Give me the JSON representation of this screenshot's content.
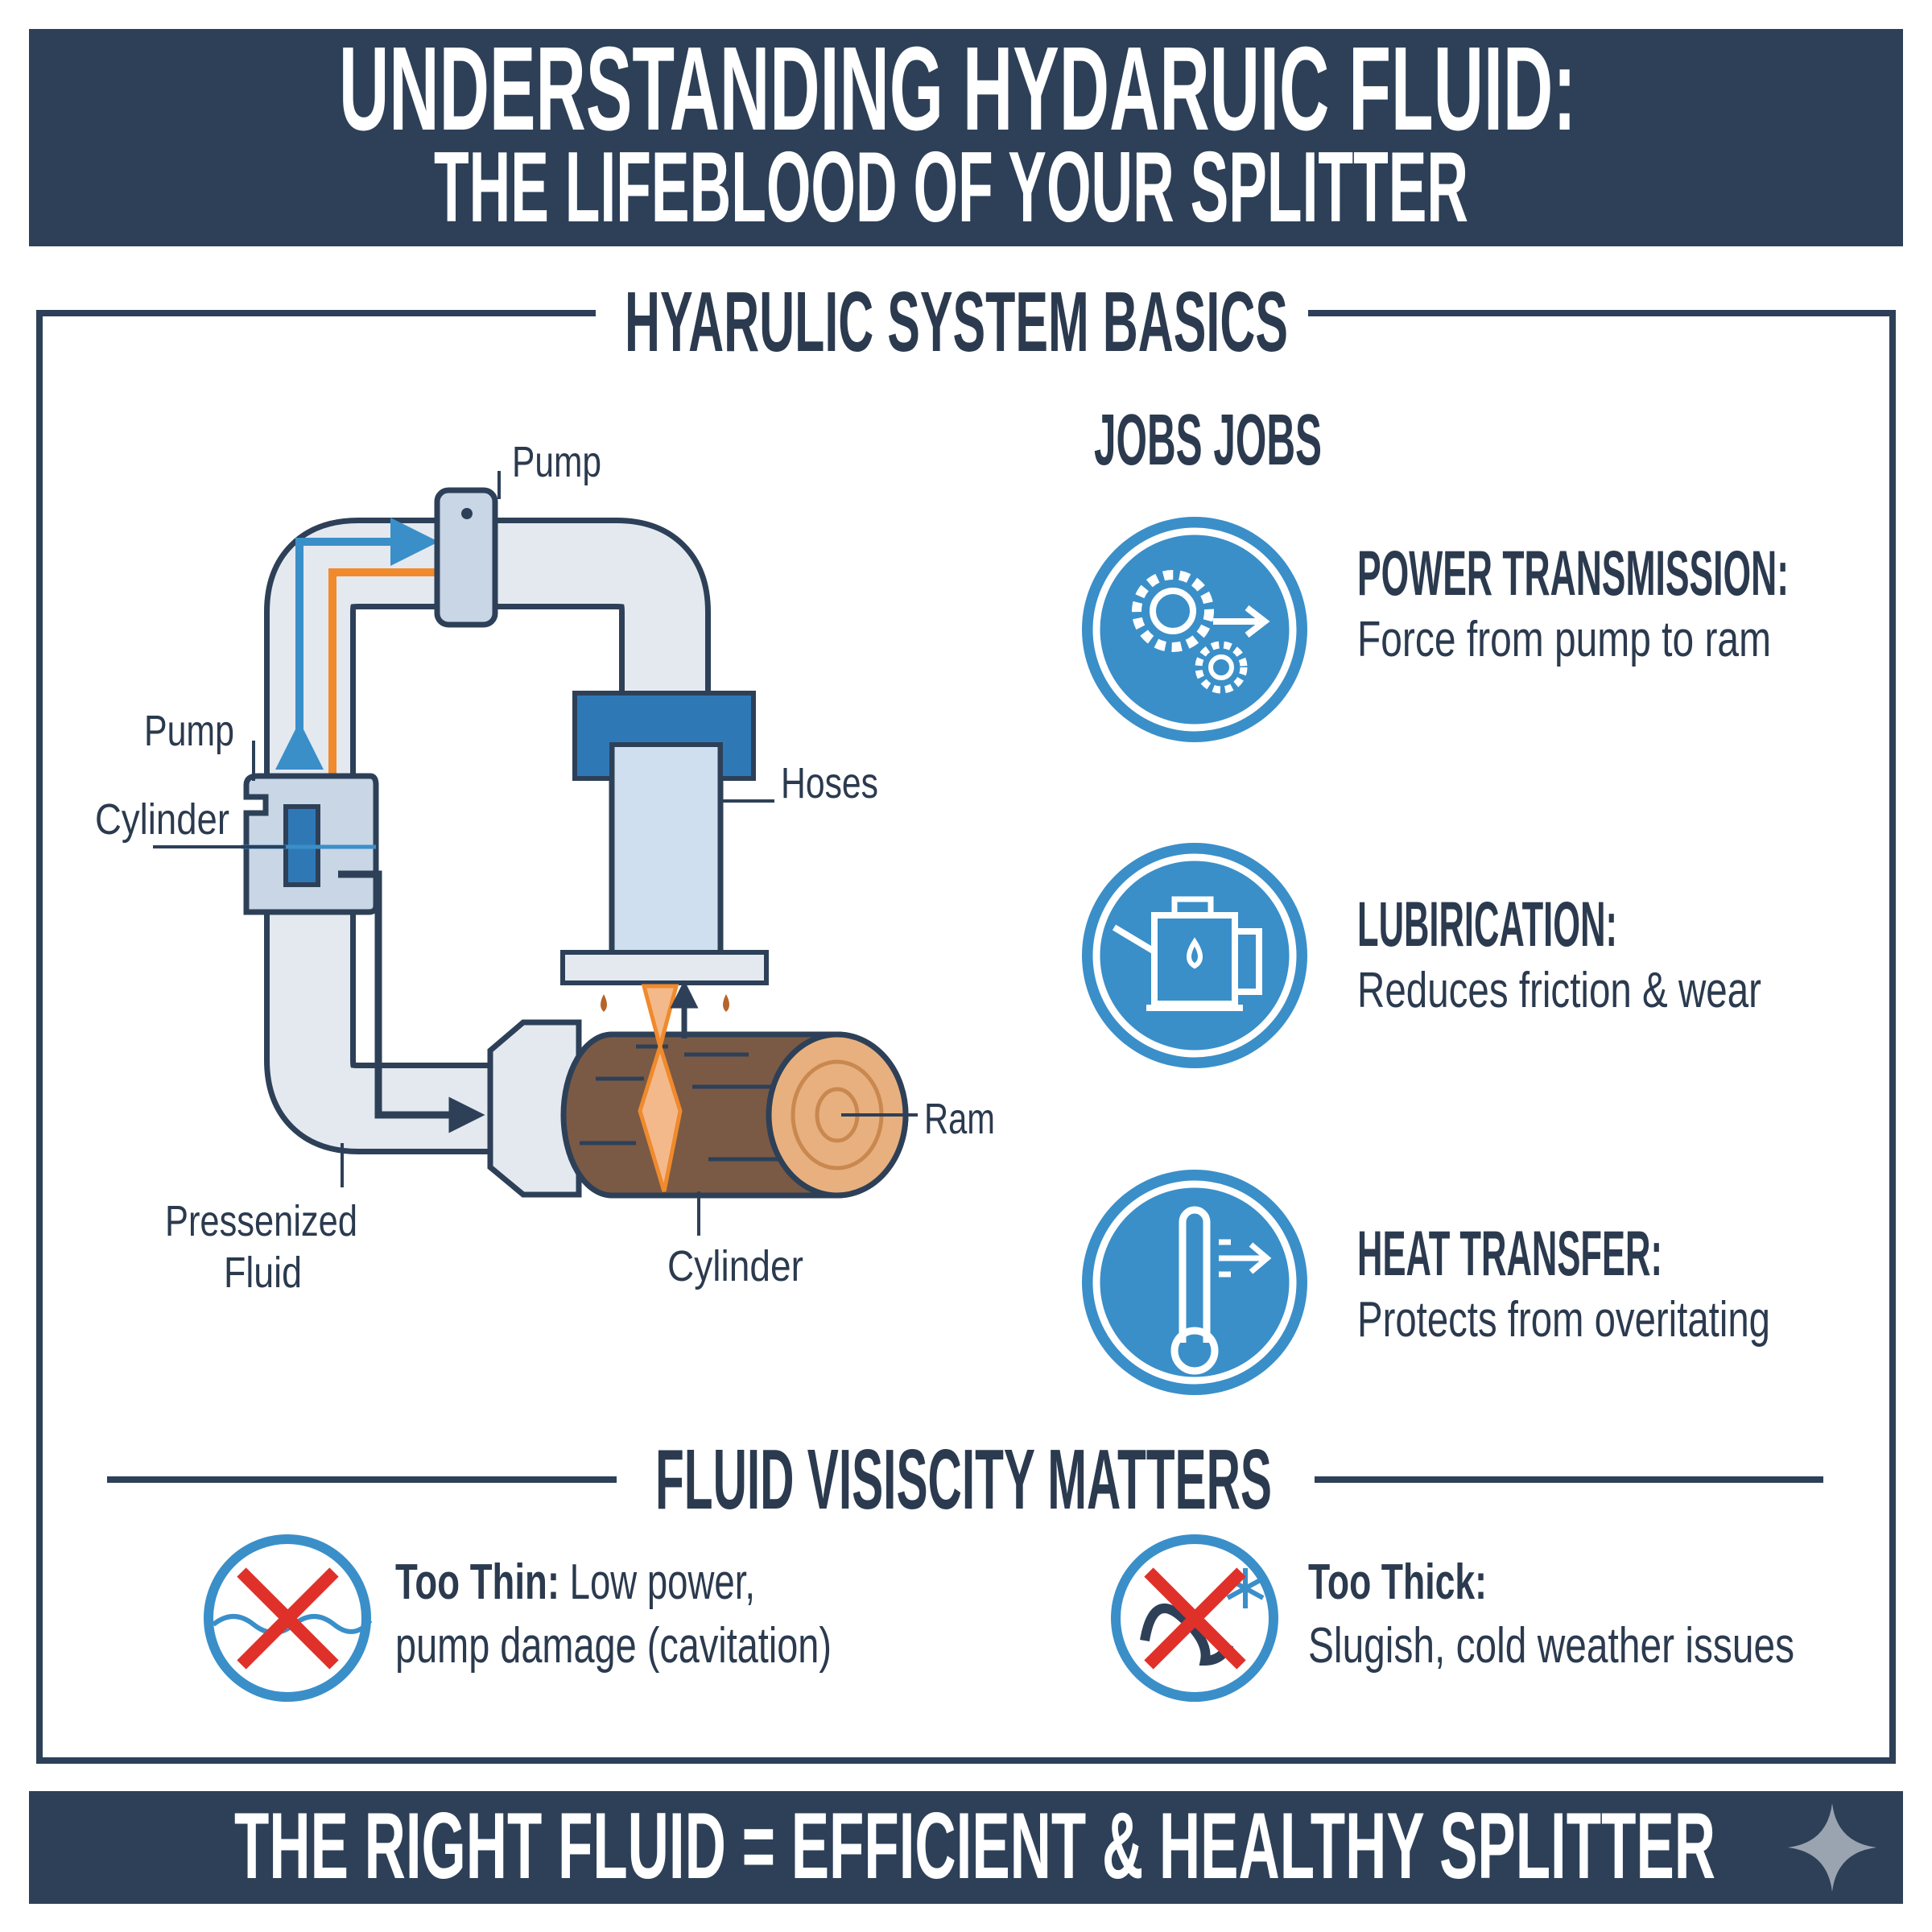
{
  "header": {
    "title_line1": "UNDERSTANDING HYDARUIC FLUID:",
    "title_line2": "THE LIFEBLOOD OF YOUR SPLITTER"
  },
  "system_basics": {
    "title": "HYARULIC SYSTEM BASICS",
    "diagram_labels": {
      "pump_top": "Pump",
      "pump_left": "Pump",
      "cylinder_left": "Cylinder",
      "hoses": "Hoses",
      "ram": "Ram",
      "pressurized_line1": "Pressenized",
      "pressurized_line2": "Fluid",
      "cylinder_bottom": "Cylinder"
    },
    "jobs_title": "JOBS JOBS",
    "jobs": [
      {
        "icon": "gears-arrow-icon",
        "title": "POWER TRANSMISSION:",
        "desc": "Force from pump to ram"
      },
      {
        "icon": "oil-can-icon",
        "title": "LUBIRICATION:",
        "desc": "Reduces friction & wear"
      },
      {
        "icon": "thermometer-icon",
        "title": "HEAT TRANSFER:",
        "desc": "Protects from overitating"
      }
    ]
  },
  "viscosity": {
    "title": "FLUID VISISCITY MATTERS",
    "items": [
      {
        "icon": "thin-fluid-x-icon",
        "label": "Too Thin:",
        "line1_rest": " Low power,",
        "line2": "pump damage (cavitation)"
      },
      {
        "icon": "thick-fluid-x-icon",
        "label": "Too Thick:",
        "line1_rest": "",
        "line2": "Slugish, cold weather issues"
      }
    ]
  },
  "footer": {
    "text": "THE RIGHT FLUID = EFFICIENT & HEALTHY SPLITTER"
  },
  "colors": {
    "navy": "#2d4058",
    "accent_blue": "#3a8fc9",
    "orange": "#f08a2c",
    "red": "#e0302a",
    "wood": "#7a5a45",
    "wood_face": "#e8b07e"
  }
}
